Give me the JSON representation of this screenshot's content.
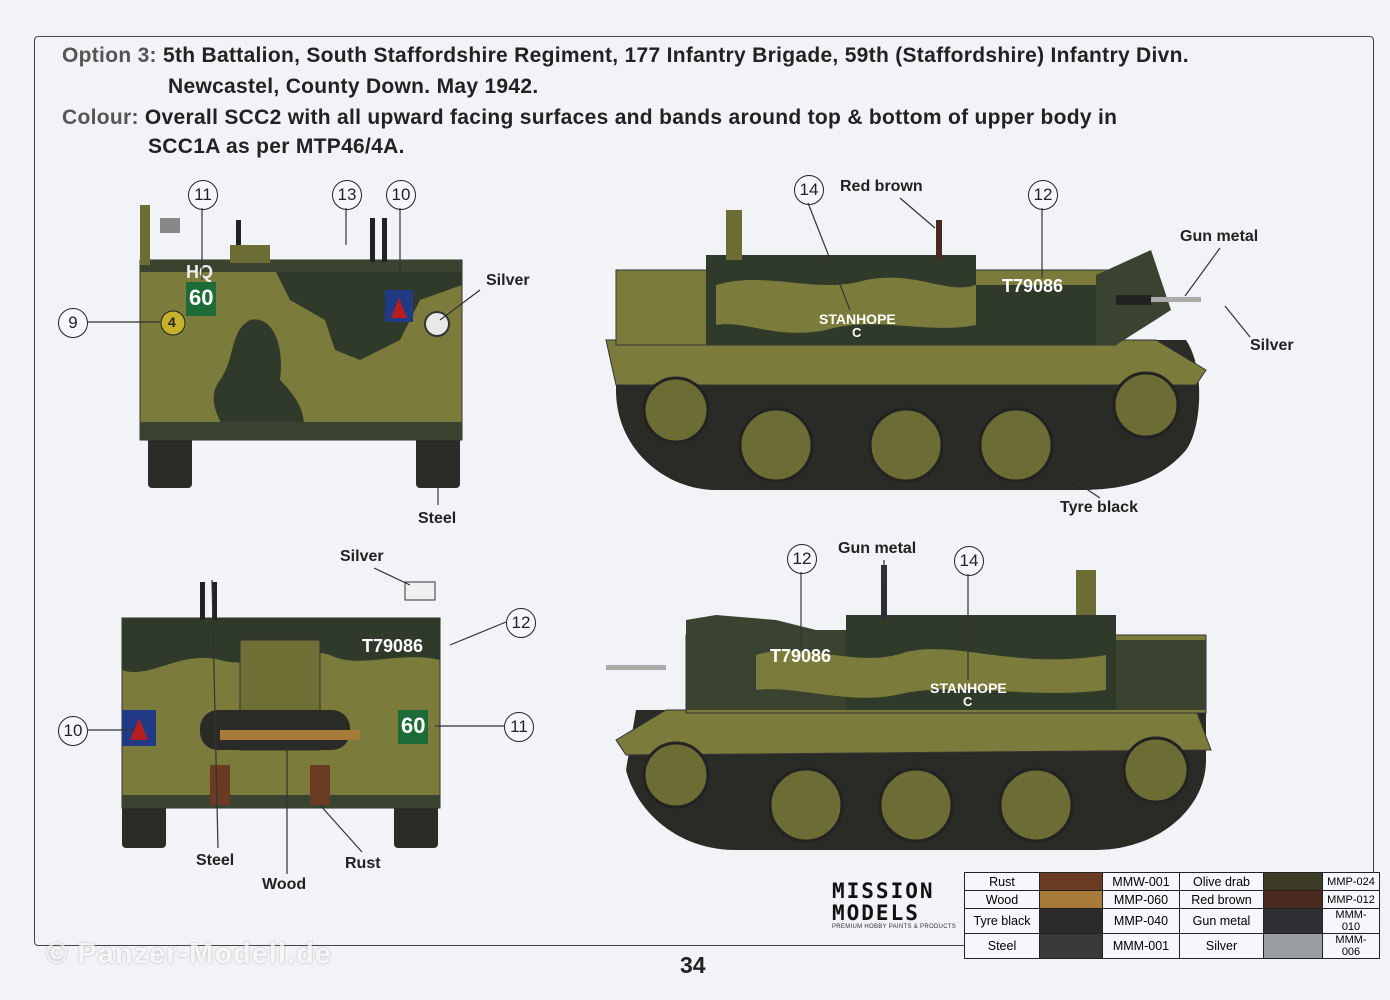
{
  "header": {
    "option_label": "Option 3:",
    "option_line1": "5th Battalion, South Staffordshire Regiment, 177 Infantry Brigade, 59th (Staffordshire) Infantry Divn.",
    "option_line2": "Newcastel, County Down. May 1942.",
    "colour_label": "Colour:",
    "colour_line1": "Overall SCC2 with all upward facing surfaces and bands around top & bottom of upper body in",
    "colour_line2": "SCC1A as per MTP46/4A."
  },
  "front_view": {
    "callouts": {
      "silver": "Silver",
      "steel": "Steel"
    },
    "numbers": {
      "n11": "11",
      "n13": "13",
      "n10": "10",
      "n9": "9"
    },
    "markings": {
      "hq": "HQ",
      "unit_number": "60",
      "bridge_class": "4"
    }
  },
  "side_view_right": {
    "callouts": {
      "red_brown": "Red brown",
      "gun_metal": "Gun metal",
      "silver": "Silver",
      "tyre_black": "Tyre black"
    },
    "numbers": {
      "n14": "14",
      "n12": "12"
    },
    "markings": {
      "serial": "T79086",
      "name": "STANHOPE",
      "letter": "C"
    }
  },
  "rear_view": {
    "callouts": {
      "silver": "Silver",
      "steel": "Steel",
      "wood": "Wood",
      "rust": "Rust"
    },
    "numbers": {
      "n12": "12",
      "n10": "10",
      "n11": "11"
    },
    "markings": {
      "serial": "T79086",
      "unit_number": "60"
    }
  },
  "side_view_left": {
    "callouts": {
      "gun_metal": "Gun metal"
    },
    "numbers": {
      "n12": "12",
      "n14": "14"
    },
    "markings": {
      "serial": "T79086",
      "name": "STANHOPE",
      "letter": "C"
    }
  },
  "brand": {
    "line1": "MISSION",
    "line2": "MODELS",
    "tagline": "PREMIUM HOBBY PAINTS & PRODUCTS"
  },
  "paint_table": [
    {
      "name": "Rust",
      "color": "#6b3a22",
      "code": "MMW-001",
      "name2": "Olive drab",
      "color2": "#3b3a26",
      "code2": "MMP-024"
    },
    {
      "name": "Wood",
      "color": "#a77a3a",
      "code": "MMP-060",
      "name2": "Red brown",
      "color2": "#4a2a1e",
      "code2": "MMP-012"
    },
    {
      "name": "Tyre black",
      "color": "#2c2a2a",
      "code": "MMP-040",
      "name2": "Gun metal",
      "color2": "#2e2f33",
      "code2": "MMM-010"
    },
    {
      "name": "Steel",
      "color": "#3a3838",
      "code": "MMM-001",
      "name2": "Silver",
      "color2": "#9a9da2",
      "code2": "MMM-006"
    }
  ],
  "page_number": "34",
  "watermark": "© Panzer-Modell.de",
  "colors": {
    "scc2": "#7a7a3a",
    "scc1a": "#2f3a2a",
    "track": "#2a2a26"
  }
}
